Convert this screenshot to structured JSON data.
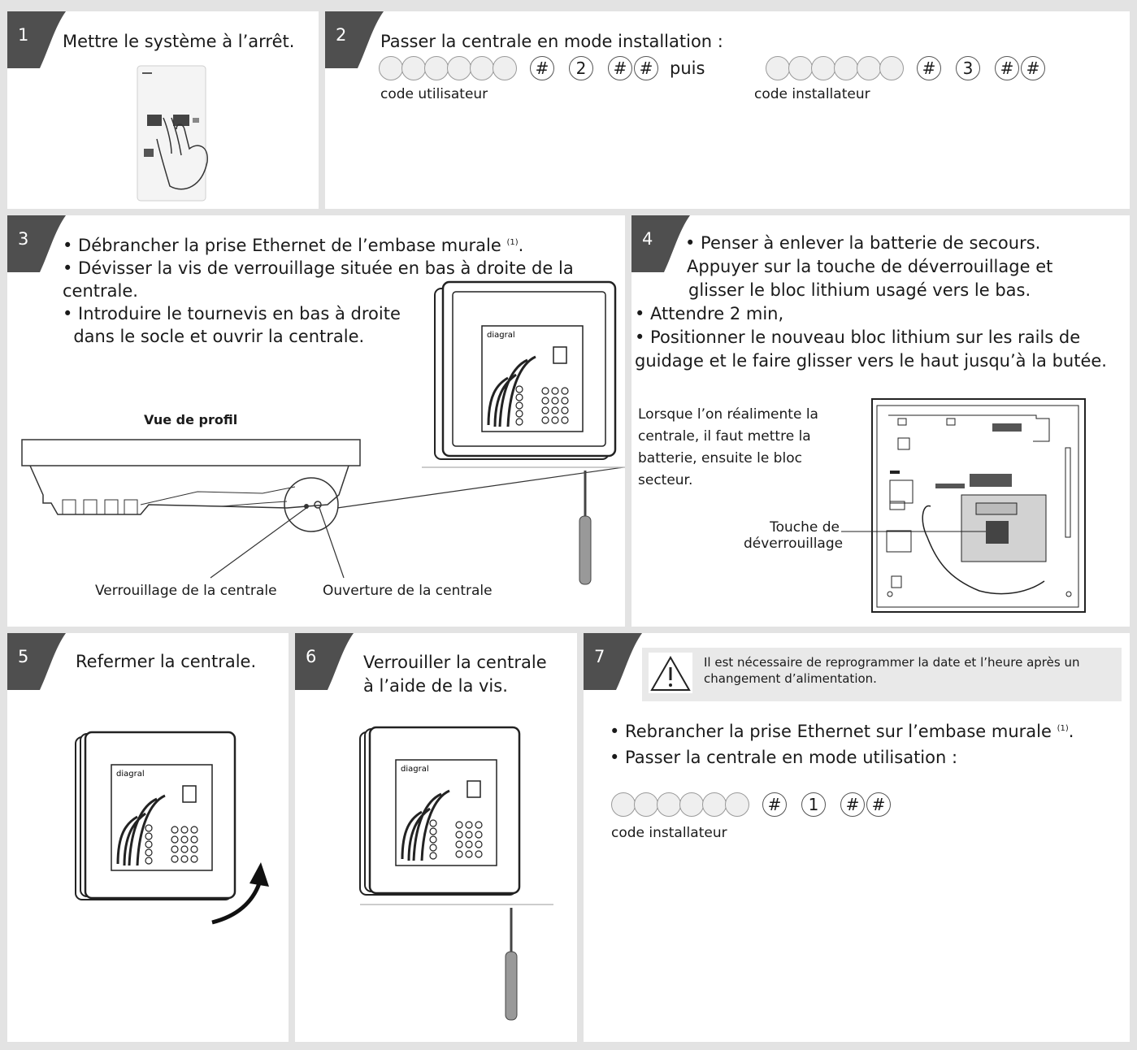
{
  "steps": {
    "s1": {
      "num": "1",
      "text": "Mettre le système à l’arrêt."
    },
    "s2": {
      "num": "2",
      "text": "Passer la centrale en mode installation :",
      "hash": "#",
      "digit_a": "2",
      "digit_b": "3",
      "puis": "puis",
      "label_user": "code utilisateur",
      "label_inst": "code installateur"
    },
    "s3": {
      "num": "3",
      "b1": "• Débrancher la prise Ethernet de l’embase murale ",
      "b1_note": "(1)",
      "b1_end": ".",
      "b2": "• Dévisser la vis de verrouillage située en bas à droite de la",
      "b2b": "centrale.",
      "b3": "• Introduire le tournevis en bas à droite",
      "b3b": "  dans le socle et ouvrir la centrale.",
      "view": "Vue de profil",
      "lock_label": "Verrouillage de la centrale",
      "open_label": "Ouverture de la centrale",
      "brand": "diagral"
    },
    "s4": {
      "num": "4",
      "l1": "• Penser à enlever la batterie de secours.",
      "l2": "Appuyer sur la touche de déverrouillage et",
      "l3": "glisser le bloc lithium usagé vers le bas.",
      "l4": "• Attendre 2 min,",
      "l5": "• Positionner le nouveau bloc lithium sur les rails de",
      "l6": "guidage et le faire glisser vers le haut jusqu’à la butée.",
      "note1": "Lorsque l’on réalimente la",
      "note2": "centrale, il faut mettre la",
      "note3": "batterie, ensuite le bloc",
      "note4": "secteur.",
      "touche1": "Touche de",
      "touche2": "déverrouillage"
    },
    "s5": {
      "num": "5",
      "text": "Refermer la centrale."
    },
    "s6": {
      "num": "6",
      "l1": "Verrouiller la centrale",
      "l2": "à l’aide de la vis."
    },
    "s7": {
      "num": "7",
      "warn1": "Il est nécessaire de reprogrammer la date et l’heure après un",
      "warn2": "changement d’alimentation.",
      "b1": "• Rebrancher la prise Ethernet sur l’embase murale ",
      "b1_note": "(1)",
      "b1_end": ".",
      "b2": "• Passer la centrale en mode utilisation :",
      "hash": "#",
      "digit": "1",
      "label": "code installateur"
    }
  },
  "colors": {
    "tab": "#4f4f4f",
    "background": "#e3e3e3",
    "warning_box": "#e9e9e9"
  }
}
